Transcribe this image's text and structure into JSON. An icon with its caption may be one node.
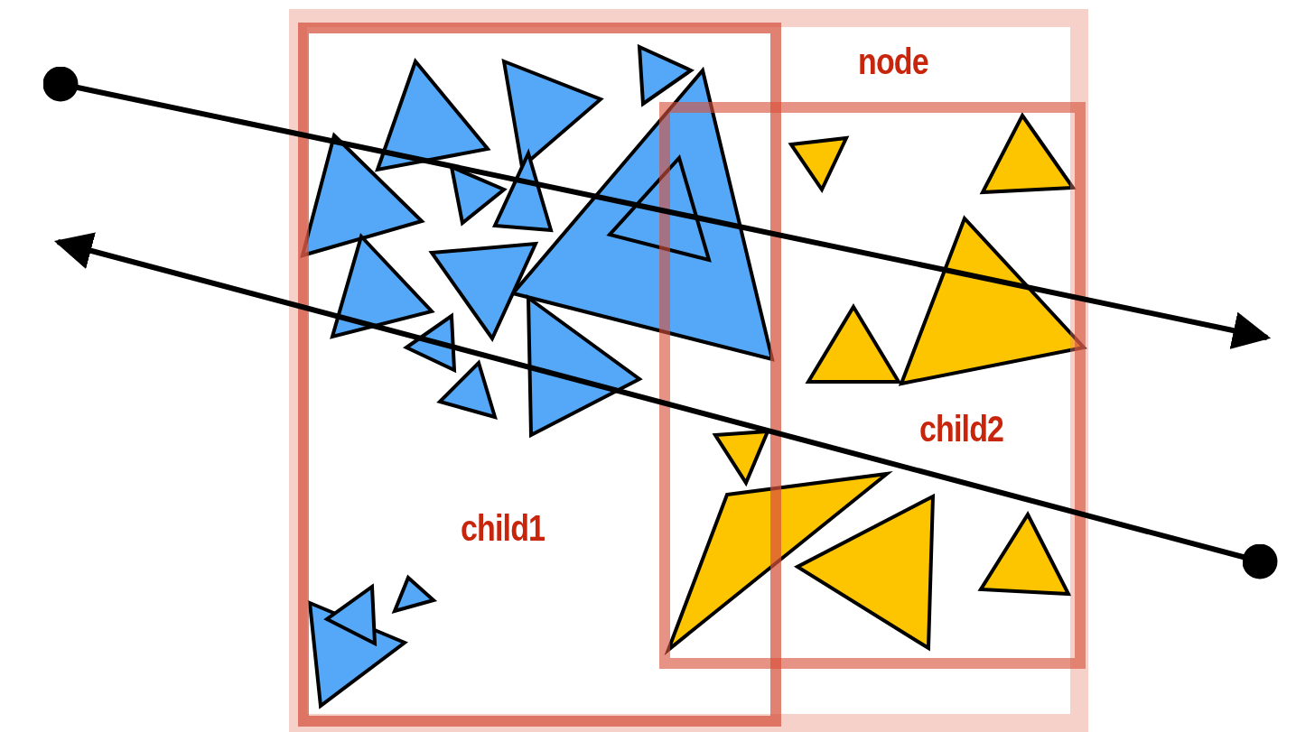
{
  "diagram": {
    "nodes": [
      {
        "text": [
          "node"
        ]
      },
      {
        "text": [
          "child1"
        ],
        "in": 0
      },
      {
        "text": [
          "child2"
        ],
        "in": 0
      }
    ]
  }
}
